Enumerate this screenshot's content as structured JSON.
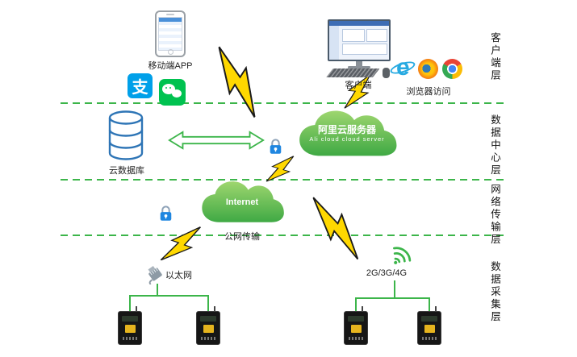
{
  "layer_labels": [
    "客户端层",
    "数据中心层",
    "网络传输层",
    "数据采集层"
  ],
  "nodes": {
    "mobile_app": "移动端APP",
    "client": "客户端",
    "browser_access": "浏览器访问",
    "cloud_database": "云数据库",
    "ali_cloud_cn": "阿里云服务器",
    "ali_cloud_en": "Ali cloud  cloud server",
    "internet": "Internet",
    "public_network": "公网传输",
    "ethernet": "以太网",
    "cellular": "2G/3G/4G"
  },
  "icons": {
    "alipay_char": "支",
    "ie_char": "e"
  },
  "colors": {
    "line_green": "#3cb54a",
    "cloud_green_top": "#9ed66f",
    "cloud_green_bottom": "#3fa944",
    "bolt_yellow": "#ffd800",
    "database_blue": "#2e75b6",
    "lock_blue": "#1f86e0",
    "alipay_blue": "#00a0e9",
    "wechat_green": "#00c250"
  }
}
